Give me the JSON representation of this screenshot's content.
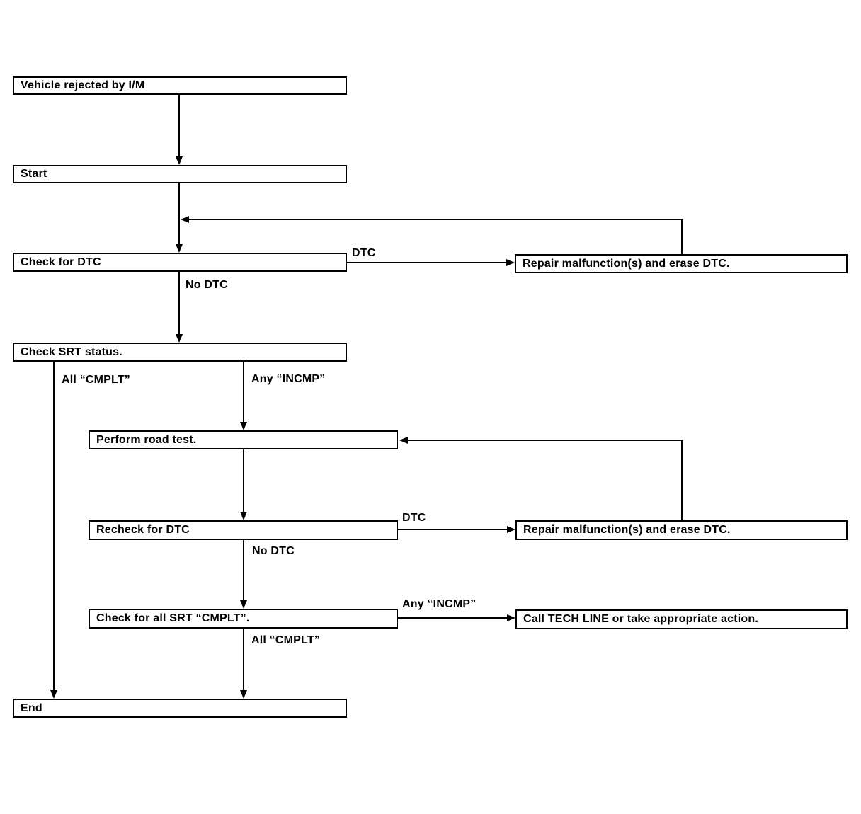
{
  "colors": {
    "background": "#ffffff",
    "line": "#000000",
    "text": "#000000"
  },
  "nodes": {
    "vehicle_rejected": {
      "label": "Vehicle rejected by I/M"
    },
    "start": {
      "label": "Start"
    },
    "check_for_dtc": {
      "label": "Check for DTC"
    },
    "repair_erase_dtc_1": {
      "label": "Repair malfunction(s) and erase DTC."
    },
    "check_srt_status": {
      "label": "Check SRT status."
    },
    "perform_road_test": {
      "label": "Perform road test."
    },
    "recheck_for_dtc": {
      "label": "Recheck for DTC"
    },
    "repair_erase_dtc_2": {
      "label": "Repair malfunction(s) and erase DTC."
    },
    "check_all_srt_cmplt": {
      "label": "Check for all SRT “CMPLT”."
    },
    "call_tech_line": {
      "label": "Call TECH LINE or take appropriate action."
    },
    "end": {
      "label": "End"
    }
  },
  "edge_labels": {
    "dtc_from_check": "DTC",
    "no_dtc_from_check": "No DTC",
    "all_cmplt_from_srt": "All “CMPLT”",
    "any_incmp_from_srt": "Any “INCMP”",
    "dtc_from_recheck": "DTC",
    "no_dtc_from_recheck": "No DTC",
    "any_incmp_from_all_srt": "Any “INCMP”",
    "all_cmplt_from_all_srt": "All “CMPLT”"
  }
}
